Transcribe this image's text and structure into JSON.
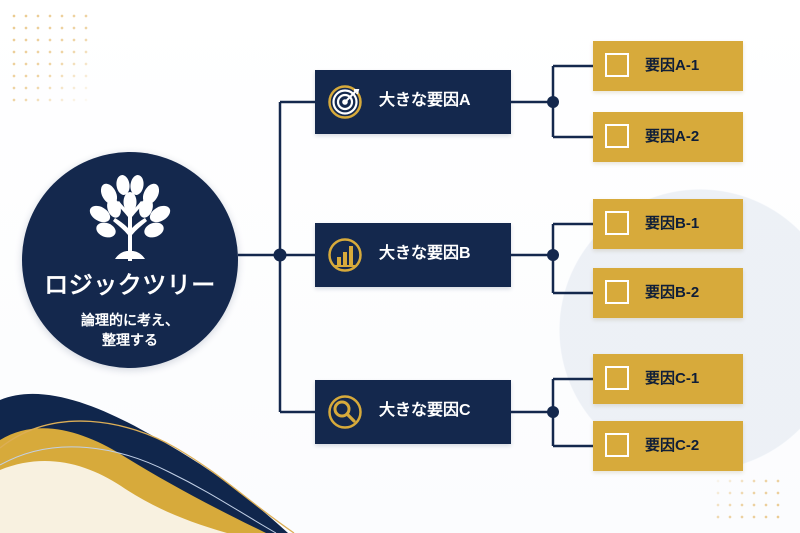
{
  "root": {
    "title": "ロジックツリー",
    "subtitle": "論理的に考え、\n整理する"
  },
  "branches": [
    {
      "label": "大きな要因A",
      "icon": "target-icon",
      "children": [
        {
          "label": "要因A-1"
        },
        {
          "label": "要因A-2"
        }
      ]
    },
    {
      "label": "大きな要因B",
      "icon": "bar-chart-icon",
      "children": [
        {
          "label": "要因B-1"
        },
        {
          "label": "要因B-2"
        }
      ]
    },
    {
      "label": "大きな要因C",
      "icon": "magnifier-icon",
      "children": [
        {
          "label": "要因C-1"
        },
        {
          "label": "要因C-2"
        }
      ]
    }
  ],
  "colors": {
    "navy": "#14284d",
    "gold": "#d7aa3b",
    "white": "#ffffff"
  }
}
